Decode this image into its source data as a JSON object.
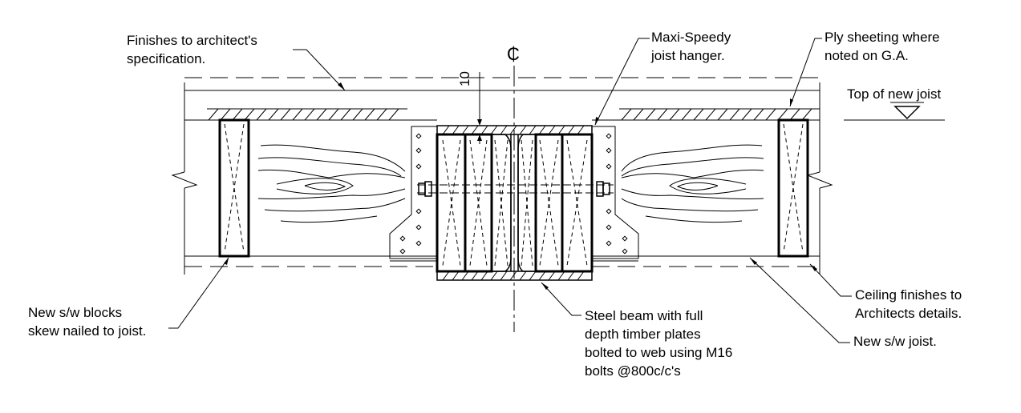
{
  "labels": {
    "finishes": [
      "Finishes to architect's",
      "specification."
    ],
    "maxi": [
      "Maxi-Speedy",
      "joist hanger."
    ],
    "ply": [
      "Ply sheeting where",
      "noted on G.A."
    ],
    "top_joist": "Top of new joist",
    "blocks": [
      "New s/w blocks",
      "skew nailed to joist."
    ],
    "beam": [
      "Steel beam with full",
      "depth timber plates",
      "bolted to web using M16",
      "bolts @800c/c's"
    ],
    "ceiling": [
      "Ceiling finishes to",
      "Architects details."
    ],
    "joist": "New s/w joist.",
    "dimension": "10",
    "centerline": "₵"
  },
  "colors": {
    "line": "#000000",
    "background": "#ffffff"
  }
}
